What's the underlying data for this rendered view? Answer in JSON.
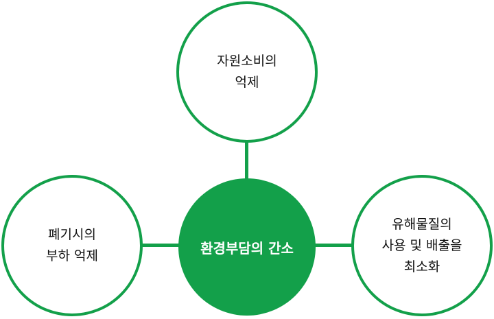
{
  "center": {
    "label": "환경부담의 간소"
  },
  "nodes": {
    "top": {
      "lines": [
        "자원소비의",
        "억제"
      ]
    },
    "left": {
      "lines": [
        "폐기시의",
        "부하 억제"
      ]
    },
    "right": {
      "lines": [
        "유해물질의",
        "사용 및 배출을",
        "최소화"
      ]
    }
  },
  "colors": {
    "accent": "#13a04a",
    "text": "#111111",
    "center_text": "#ffffff"
  }
}
